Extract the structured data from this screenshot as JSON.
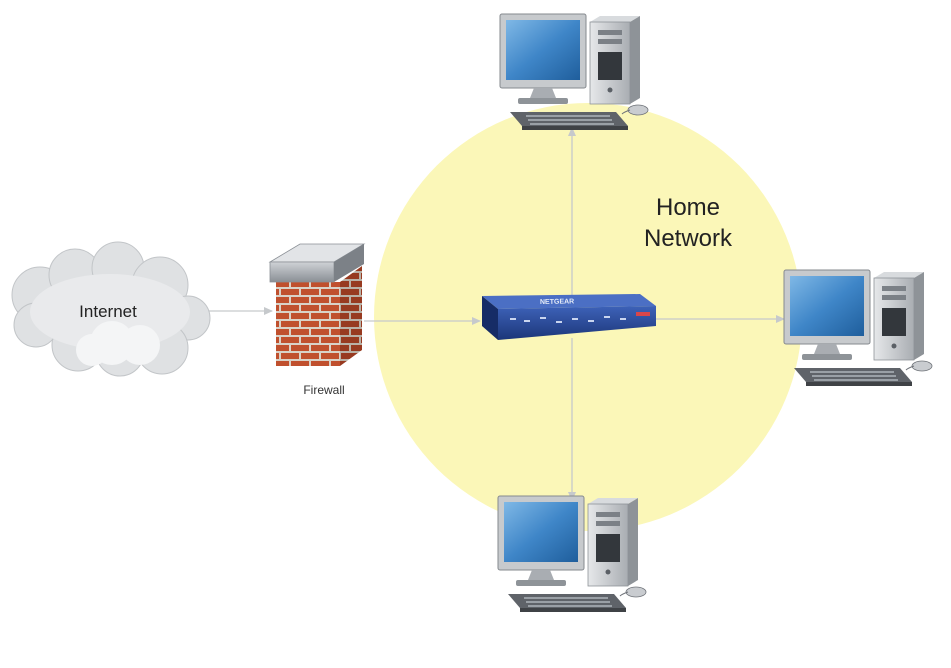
{
  "nodes": {
    "internet": {
      "label": "Internet"
    },
    "firewall": {
      "label": "Firewall"
    },
    "router": {
      "brand": "NETGEAR"
    },
    "computers": [
      {
        "id": "top"
      },
      {
        "id": "right"
      },
      {
        "id": "bottom"
      }
    ]
  },
  "zone": {
    "title_line1": "Home",
    "title_line2": "Network",
    "color": "#fbf7b8"
  },
  "colors": {
    "connector": "#c6c9cc",
    "monitor_screen": "#3f86c8",
    "case": "#bfc3c7",
    "brick": "#c0502e",
    "router_body": "#26479a"
  }
}
